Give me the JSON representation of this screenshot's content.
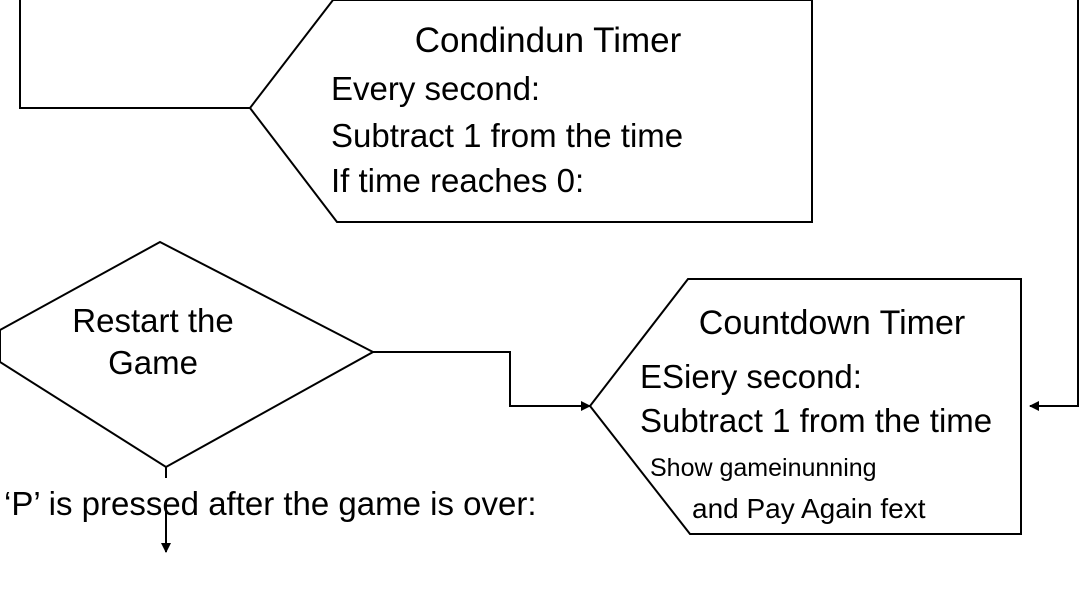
{
  "top_block": {
    "title": "Condindun Timer",
    "lines": [
      "Every second:",
      "Subtract 1 from the time",
      "If time reaches 0:"
    ]
  },
  "decision": {
    "line1": "Restart the",
    "line2": "Game"
  },
  "condition_label": "‘P’ is pressed after the game is over:",
  "bottom_block": {
    "title": "Countdown Timer",
    "lines": [
      "ESiery second:",
      "Subtract 1 from the time",
      "Show gameinunning",
      "and Pay Again fext"
    ]
  }
}
